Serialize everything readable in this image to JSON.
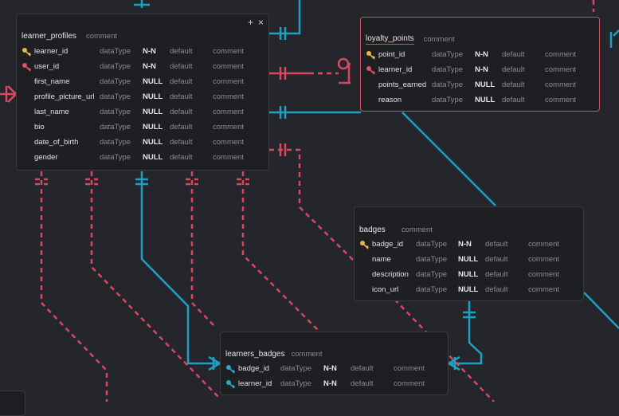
{
  "colors": {
    "background": "#25262b",
    "table_bg": "#1e1f22",
    "pk_key": "#e8b44a",
    "fk_key": "#e0506a",
    "fk_key_blue": "#2aa8c8",
    "line_red": "#d9475f",
    "line_blue": "#1ea0c4",
    "selected_border": "#c9525e"
  },
  "tables": {
    "learner_profiles": {
      "name": "learner_profiles",
      "comment": "comment",
      "actions": [
        "+",
        "×"
      ],
      "columns": [
        {
          "name": "learner_id",
          "type": "dataType",
          "null": "N-N",
          "default": "default",
          "comment": "comment",
          "icon": "key-pk-icon"
        },
        {
          "name": "user_id",
          "type": "dataType",
          "null": "N-N",
          "default": "default",
          "comment": "comment",
          "icon": "key-fk-icon"
        },
        {
          "name": "first_name",
          "type": "dataType",
          "null": "NULL",
          "default": "default",
          "comment": "comment",
          "icon": ""
        },
        {
          "name": "profile_picture_url",
          "type": "dataType",
          "null": "NULL",
          "default": "default",
          "comment": "comment",
          "icon": ""
        },
        {
          "name": "last_name",
          "type": "dataType",
          "null": "NULL",
          "default": "default",
          "comment": "comment",
          "icon": ""
        },
        {
          "name": "bio",
          "type": "dataType",
          "null": "NULL",
          "default": "default",
          "comment": "comment",
          "icon": ""
        },
        {
          "name": "date_of_birth",
          "type": "dataType",
          "null": "NULL",
          "default": "default",
          "comment": "comment",
          "icon": ""
        },
        {
          "name": "gender",
          "type": "dataType",
          "null": "NULL",
          "default": "default",
          "comment": "comment",
          "icon": ""
        }
      ]
    },
    "loyalty_points": {
      "name": "loyalty_points",
      "comment": "comment",
      "columns": [
        {
          "name": "point_id",
          "type": "dataType",
          "null": "N-N",
          "default": "default",
          "comment": "comment",
          "icon": "key-pk-icon"
        },
        {
          "name": "learner_id",
          "type": "dataType",
          "null": "N-N",
          "default": "default",
          "comment": "comment",
          "icon": "key-fk-icon"
        },
        {
          "name": "points_earned",
          "type": "dataType",
          "null": "NULL",
          "default": "default",
          "comment": "comment",
          "icon": ""
        },
        {
          "name": "reason",
          "type": "dataType",
          "null": "NULL",
          "default": "default",
          "comment": "comment",
          "icon": ""
        }
      ]
    },
    "badges": {
      "name": "badges",
      "comment": "comment",
      "columns": [
        {
          "name": "badge_id",
          "type": "dataType",
          "null": "N-N",
          "default": "default",
          "comment": "comment",
          "icon": "key-pk-icon"
        },
        {
          "name": "name",
          "type": "dataType",
          "null": "NULL",
          "default": "default",
          "comment": "comment",
          "icon": ""
        },
        {
          "name": "description",
          "type": "dataType",
          "null": "NULL",
          "default": "default",
          "comment": "comment",
          "icon": ""
        },
        {
          "name": "icon_url",
          "type": "dataType",
          "null": "NULL",
          "default": "default",
          "comment": "comment",
          "icon": ""
        }
      ]
    },
    "learners_badges": {
      "name": "learners_badges",
      "comment": "comment",
      "columns": [
        {
          "name": "badge_id",
          "type": "dataType",
          "null": "N-N",
          "default": "default",
          "comment": "comment",
          "icon": "key-fk-blue-icon"
        },
        {
          "name": "learner_id",
          "type": "dataType",
          "null": "N-N",
          "default": "default",
          "comment": "comment",
          "icon": "key-fk-blue-icon"
        }
      ]
    }
  }
}
